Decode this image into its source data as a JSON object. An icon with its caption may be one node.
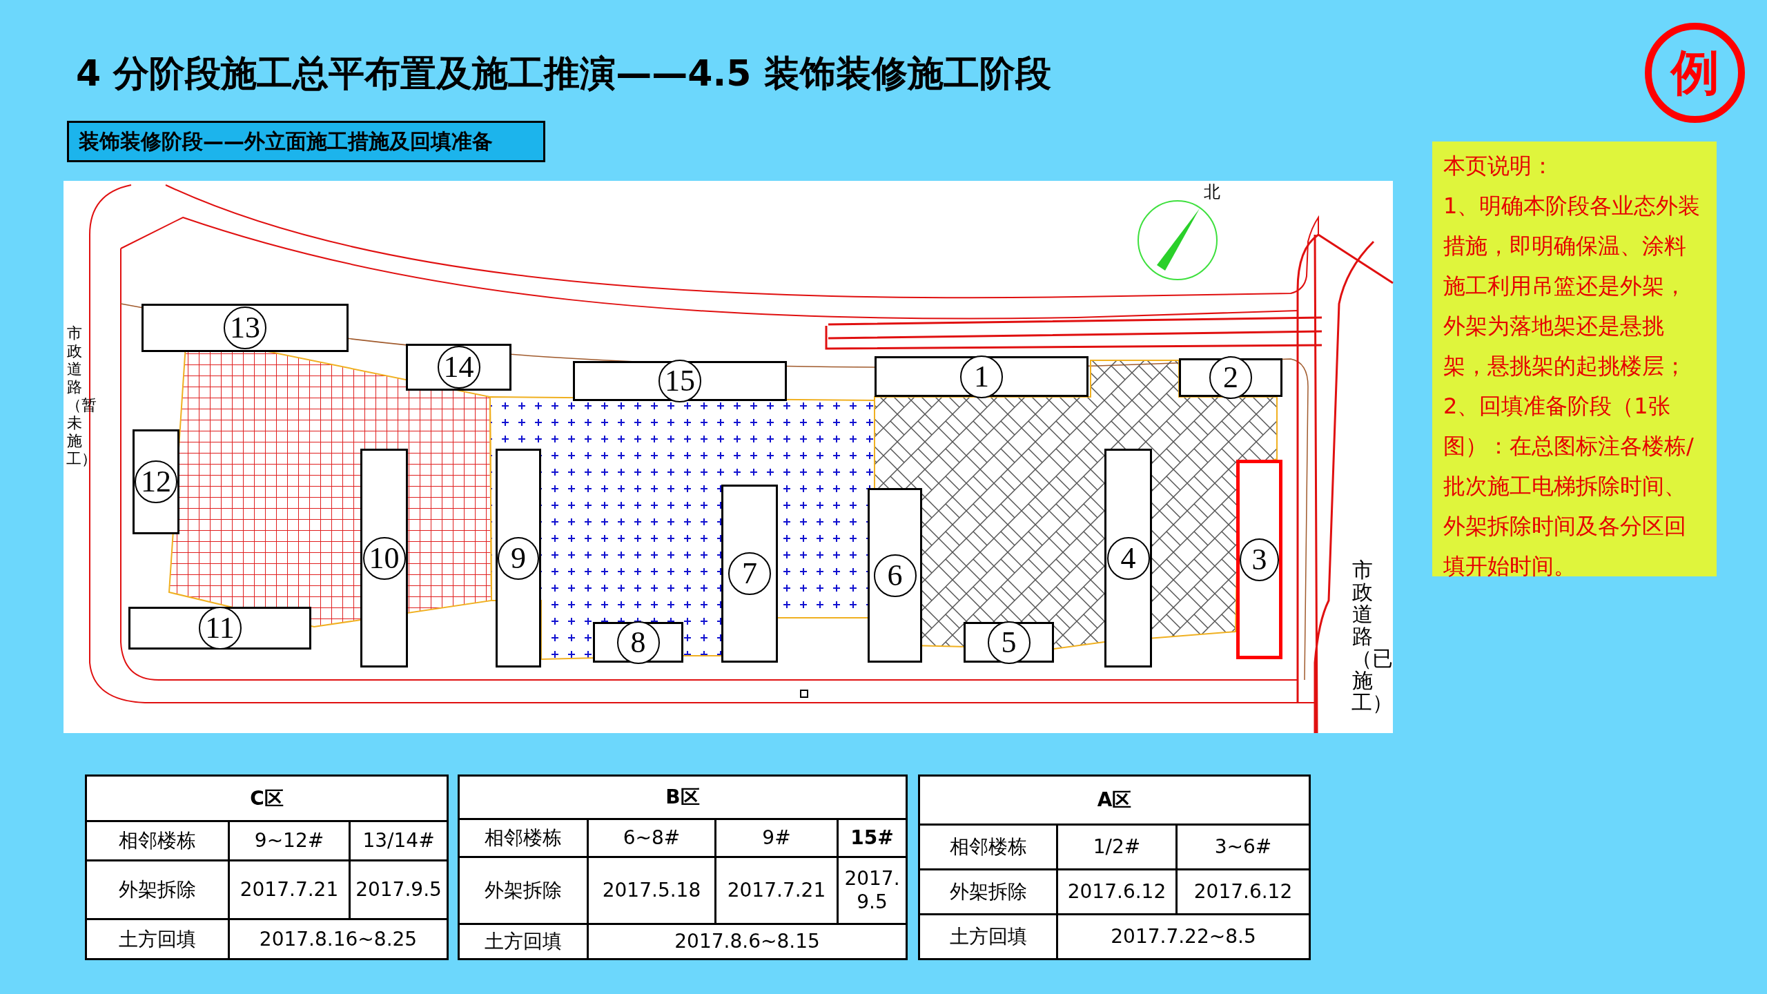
{
  "diagram": {
    "title": "4 分阶段施工总平布置及施工推演——4.5 装饰装修施工阶段",
    "nodes": [
      {
        "text": [
          "装饰装修阶段——外立面施工措施及回填准备"
        ]
      },
      {
        "text": [
          "例"
        ]
      },
      {
        "text": [
          "本页说明：",
          "1、明确本阶段各业态外装措施，即明确保温、涂料施工利用吊篮还是外架，外架为落地架还是悬挑架，悬挑架的起挑楼层；",
          "2、回填准备阶段（1张图）：在总图标注各楼栋/批次施工电梯拆除时间、外架拆除时间及各分区回填开始时间。"
        ]
      },
      {
        "text": [
          "13"
        ]
      },
      {
        "text": [
          "14"
        ]
      },
      {
        "text": [
          "15"
        ]
      },
      {
        "text": [
          "1"
        ]
      },
      {
        "text": [
          "2"
        ]
      },
      {
        "text": [
          "12"
        ]
      },
      {
        "text": [
          "10"
        ]
      },
      {
        "text": [
          "9"
        ]
      },
      {
        "text": [
          "7"
        ]
      },
      {
        "text": [
          "6"
        ]
      },
      {
        "text": [
          "4"
        ]
      },
      {
        "text": [
          "3"
        ]
      },
      {
        "text": [
          "11"
        ]
      },
      {
        "text": [
          "8"
        ]
      },
      {
        "text": [
          "5"
        ]
      }
    ],
    "labels": [
      "北",
      "市政道路（暂未施工）",
      "市政道路（已施工）",
      "C区",
      "相邻楼栋",
      "9~12#",
      "13/14#",
      "外架拆除",
      "2017.7.21",
      "2017.9.5",
      "土方回填",
      "2017.8.16~8.25",
      "B区",
      "相邻楼栋",
      "6~8#",
      "9#",
      "15#",
      "外架拆除",
      "2017.5.18",
      "2017.7.21",
      "2017.9.5",
      "土方回填",
      "2017.8.6~8.15",
      "A区",
      "相邻楼栋",
      "1/2#",
      "3~6#",
      "外架拆除",
      "2017.6.12",
      "2017.6.12",
      "土方回填",
      "2017.7.22~8.5"
    ]
  }
}
